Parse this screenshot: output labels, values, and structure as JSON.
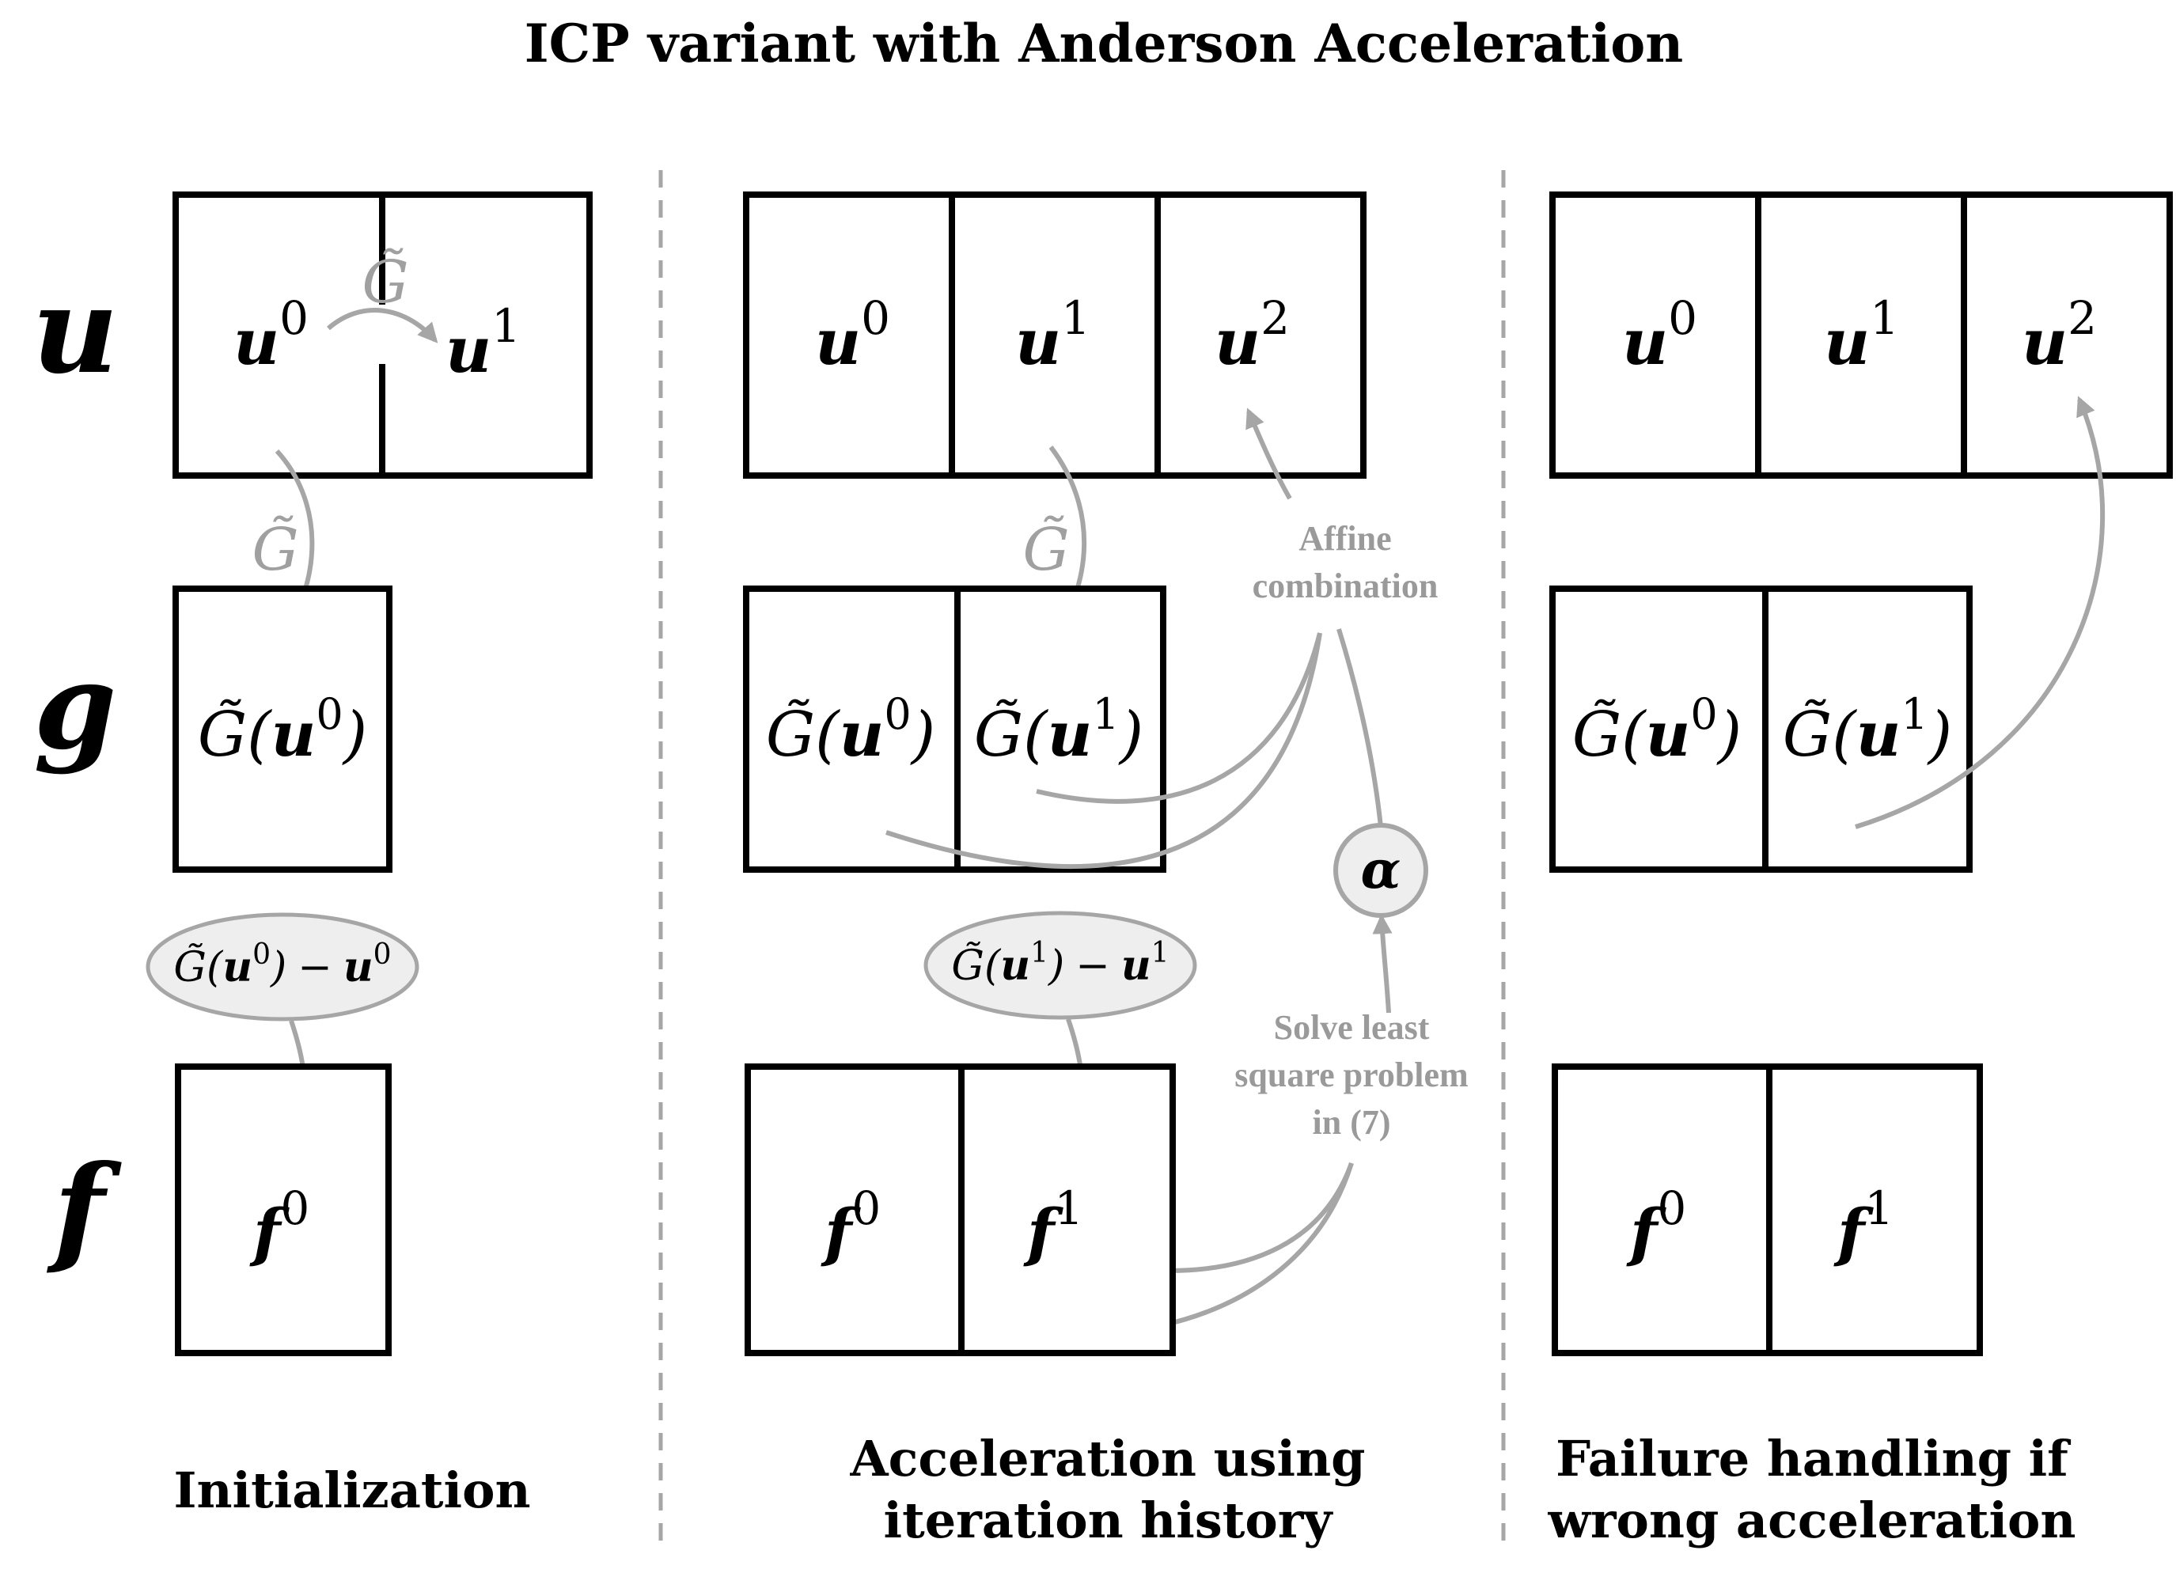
{
  "title": "ICP variant with Anderson Acceleration",
  "row_labels": {
    "u": "u",
    "g": "g",
    "f": "f"
  },
  "symbols": {
    "u": "u",
    "f": "f",
    "G": "G̃",
    "sup0": "0",
    "sup1": "1",
    "sup2": "2",
    "lparen": "(",
    "rparen": ")",
    "minus": "−",
    "alpha": "α"
  },
  "annotations": {
    "affine_line1": "Affine",
    "affine_line2": "combination",
    "solve_line1": "Solve least",
    "solve_line2": "square problem",
    "solve_line3": "in (7)"
  },
  "captions": {
    "init": "Initialization",
    "accel_line1": "Acceleration using",
    "accel_line2": "iteration history",
    "fail_line1": "Failure handling if",
    "fail_line2": "wrong acceleration"
  }
}
